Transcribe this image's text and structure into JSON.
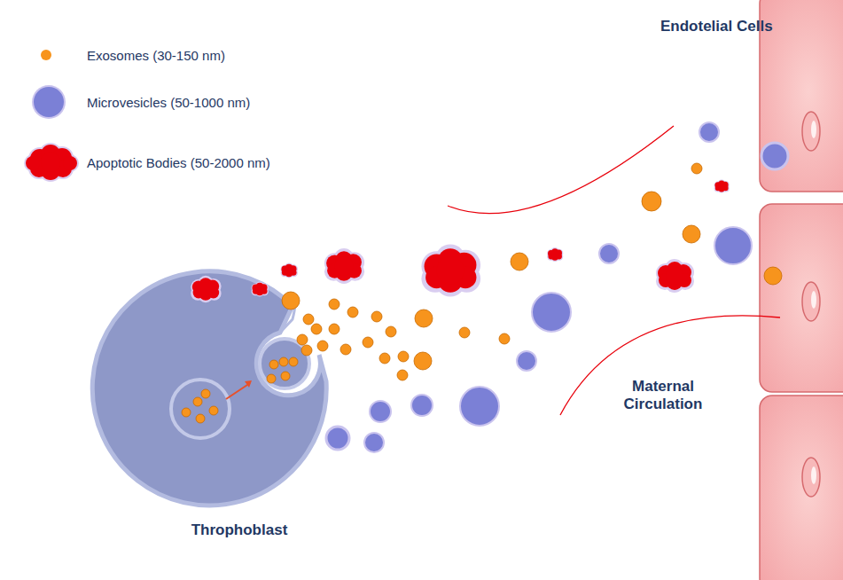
{
  "diagram": {
    "labels": [
      "Endotelial Cells",
      "Maternal Circulation",
      "Throphoblast"
    ],
    "legend": [
      {
        "text": "Exosomes (30-150 nm)",
        "color": "#f7941d"
      },
      {
        "text": "Microvesicles (50-1000 nm)",
        "color": "#7b80d6"
      },
      {
        "text": "Apoptotic Bodies (50-2000 nm)",
        "color": "#e8000b"
      }
    ]
  }
}
